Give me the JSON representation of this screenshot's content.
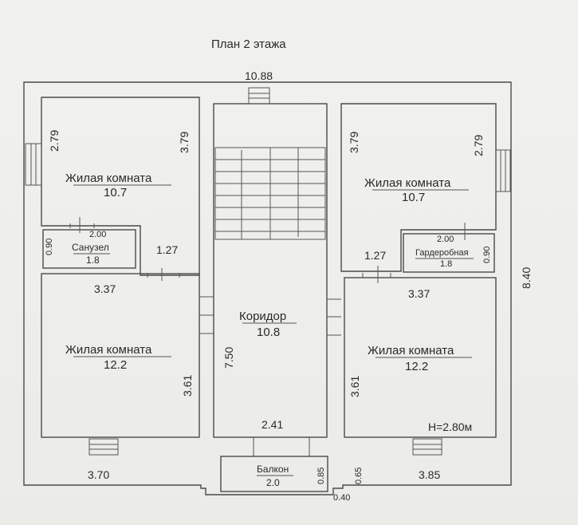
{
  "title": "План 2 этажа",
  "dimensions": {
    "total_width": "10.88",
    "total_depth": "8.40",
    "left_bottom_width": "3.70",
    "right_bottom_width": "3.85",
    "corridor_length": "7.50",
    "corridor_width": "2.41",
    "ceiling_height": "H=2.80м",
    "balcony_offset": "0.40",
    "balcony_depth_left": "0.85",
    "balcony_depth_right": "0.65"
  },
  "rooms": {
    "top_left": {
      "name": "Жилая комната",
      "area": "10.7",
      "dim_a": "2.79",
      "dim_b": "3.79"
    },
    "bathroom": {
      "name": "Санузел",
      "area": "1.8",
      "dim_w": "2.00",
      "dim_d": "0.90",
      "dim_side": "1.27"
    },
    "bottom_left": {
      "name": "Жилая комната",
      "area": "12.2",
      "dim_w": "3.37",
      "dim_d": "3.61"
    },
    "corridor": {
      "name": "Коридор",
      "area": "10.8"
    },
    "top_right": {
      "name": "Жилая комната",
      "area": "10.7",
      "dim_a": "3.79",
      "dim_b": "2.79"
    },
    "wardrobe": {
      "name": "Гардеробная",
      "area": "1.8",
      "dim_w": "2.00",
      "dim_d": "0.90",
      "dim_side": "1.27"
    },
    "bottom_right": {
      "name": "Жилая комната",
      "area": "12.2",
      "dim_w": "3.37",
      "dim_d": "3.61"
    },
    "balcony": {
      "name": "Балкон",
      "area": "2.0"
    }
  }
}
